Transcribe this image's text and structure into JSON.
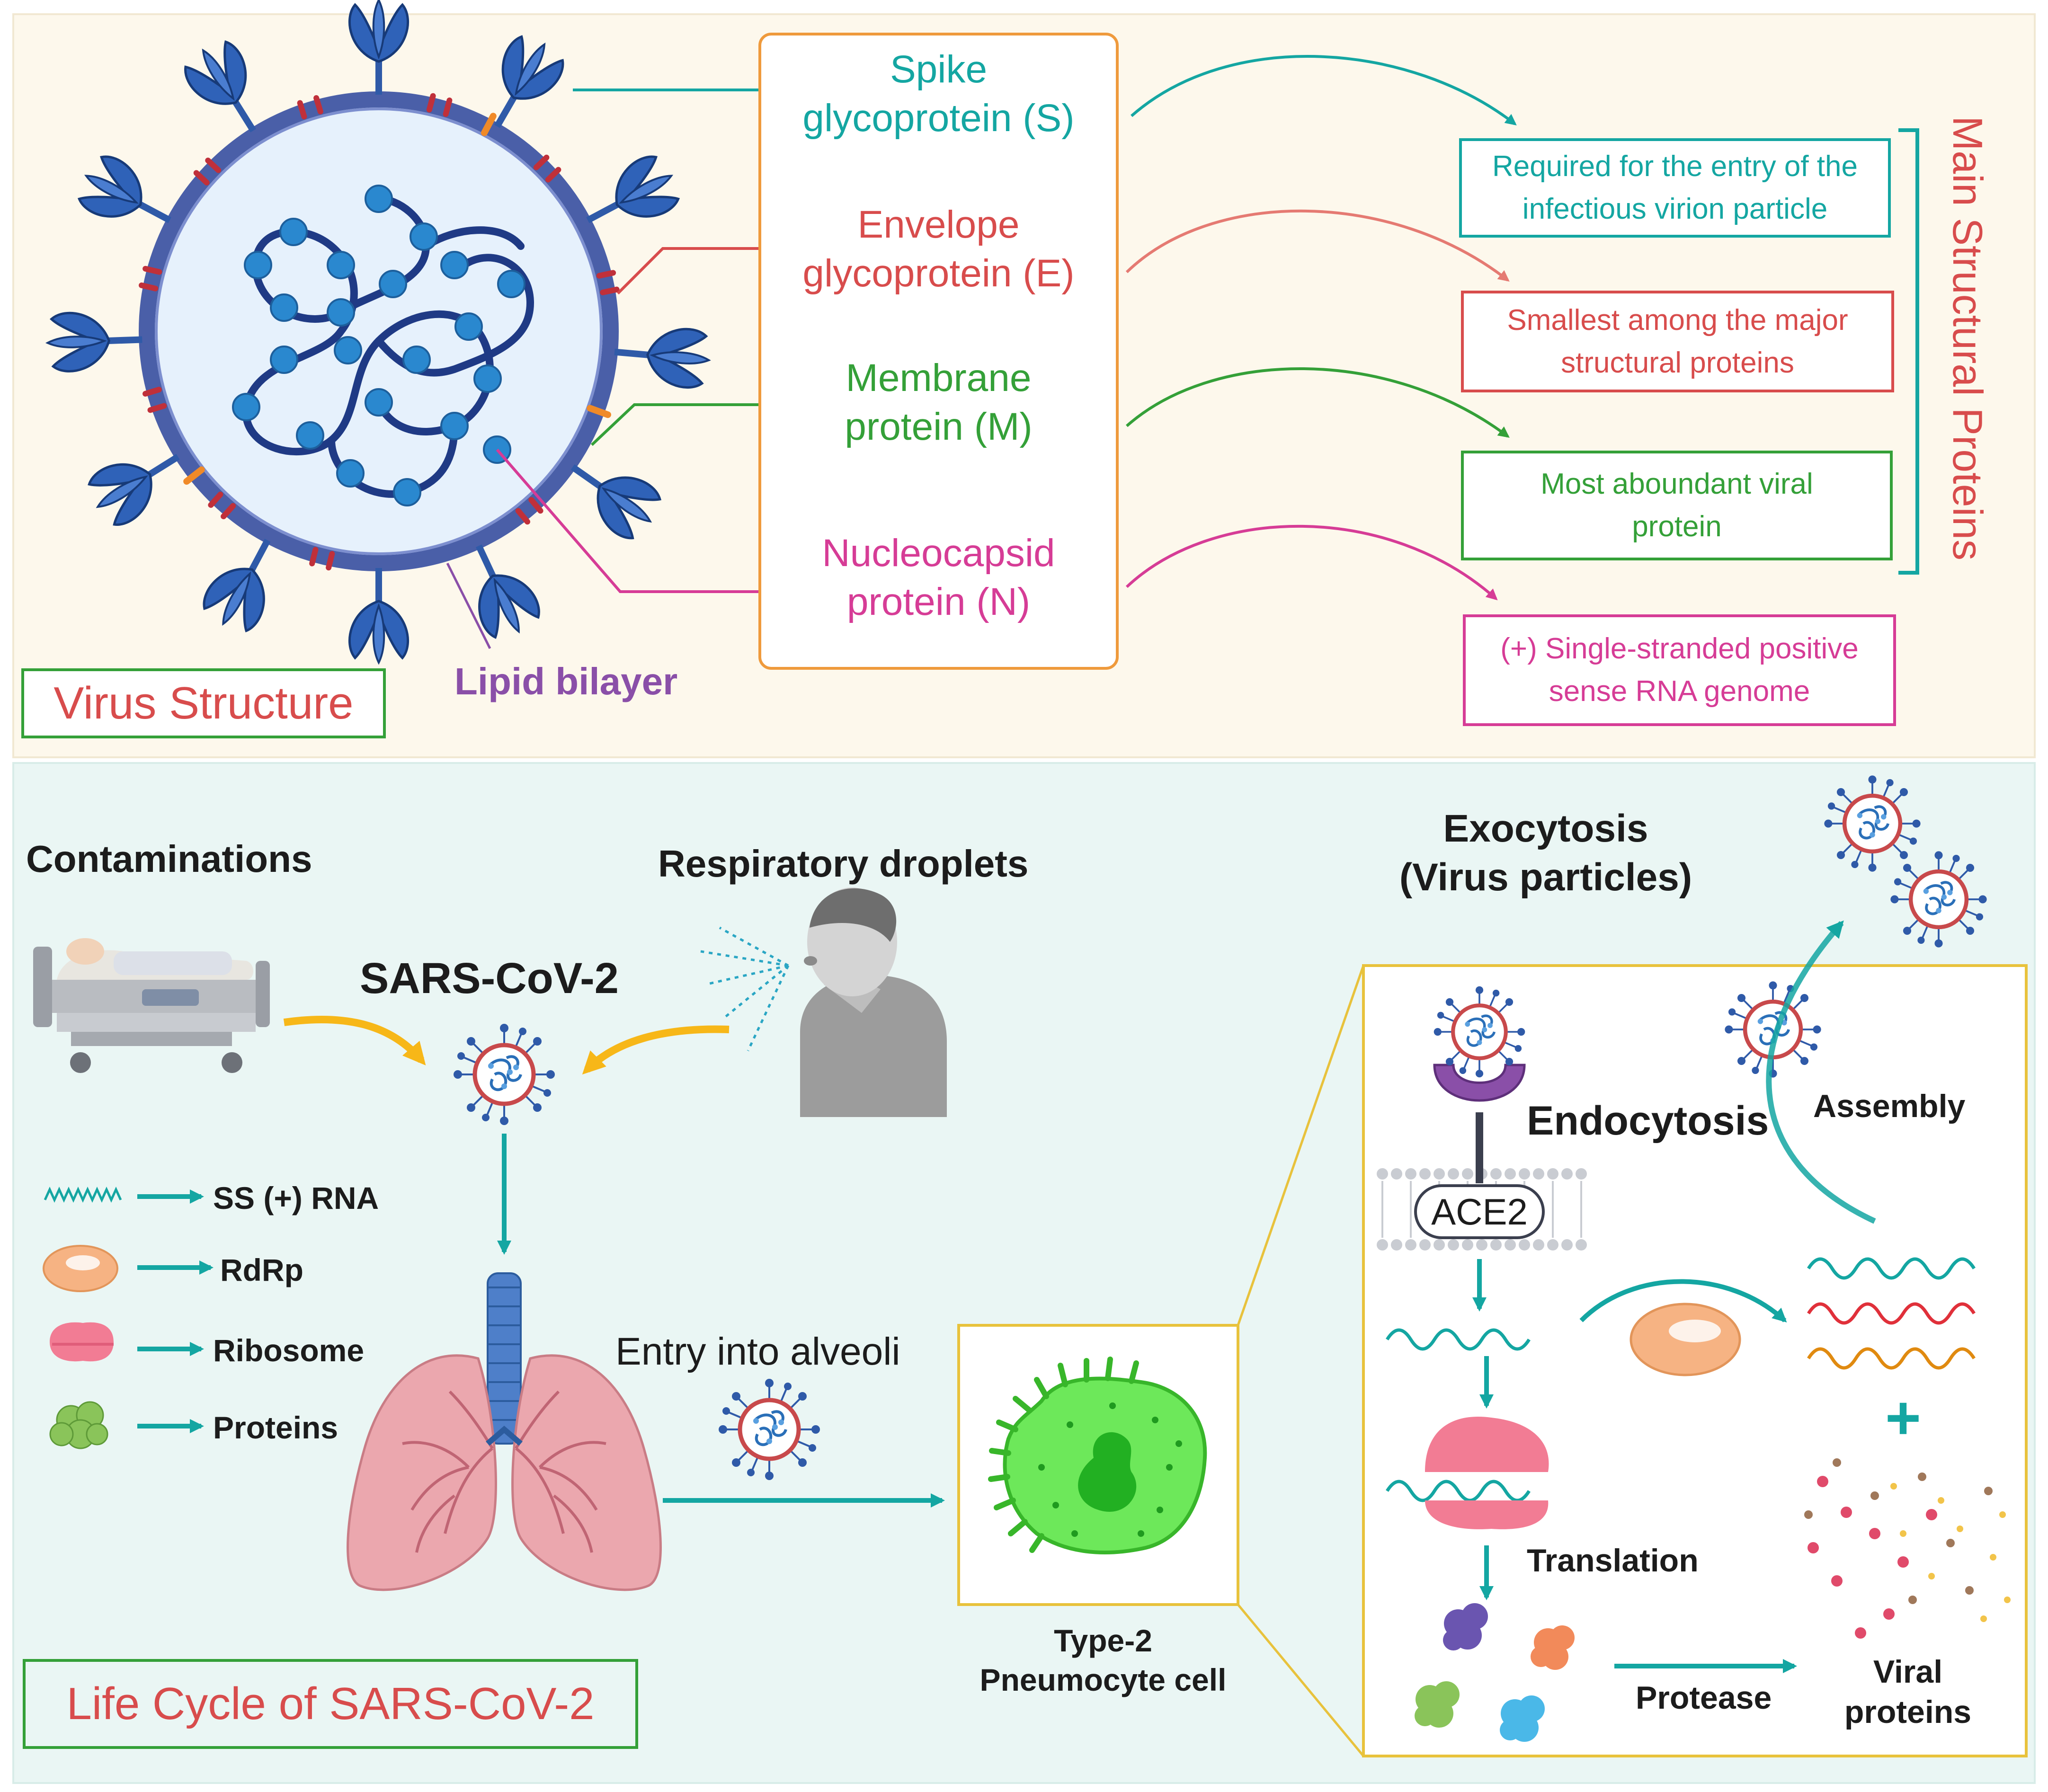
{
  "colors": {
    "top_panel_bg": "#fdf8ec",
    "bottom_panel_bg": "#eaf6f4",
    "teal": "#14a6a2",
    "red": "#d84c4c",
    "green": "#34a038",
    "magenta": "#d63c96",
    "orange": "#ef9a3c",
    "purple": "#8a4fa8",
    "yellow_arrow": "#f7b718",
    "virus_blue": "#2f5aa8",
    "lungs_pink": "#e8a0a8",
    "cell_green": "#6de85a"
  },
  "top": {
    "title": "Virus Structure",
    "lipid_label": "Lipid bilayer",
    "proteins": [
      {
        "line1": "Spike",
        "line2": "glycoprotein (S)",
        "desc": "Required for the entry of the infectious virion particle"
      },
      {
        "line1": "Envelope",
        "line2": "glycoprotein (E)",
        "desc": "Smallest among the major structural proteins"
      },
      {
        "line1": "Membrane",
        "line2": "protein (M)",
        "desc": "Most aboundant viral protein"
      },
      {
        "line1": "Nucleocapsid",
        "line2": "protein (N)",
        "desc": "(+) Single-stranded positive sense RNA genome"
      }
    ],
    "bracket_label": "Main Structural Proteins"
  },
  "bottom": {
    "title": "Life Cycle of SARS-CoV-2",
    "contaminations": "Contaminations",
    "droplets": "Respiratory droplets",
    "virus_name": "SARS-CoV-2",
    "legend": [
      "SS (+) RNA",
      "RdRp",
      "Ribosome",
      "Proteins"
    ],
    "entry": "Entry into alveoli",
    "cell_line1": "Type-2",
    "cell_line2": "Pneumocyte cell",
    "exo_line1": "Exocytosis",
    "exo_line2": "(Virus particles)",
    "endocytosis": "Endocytosis",
    "receptor": "ACE2",
    "assembly": "Assembly",
    "translation": "Translation",
    "protease": "Protease",
    "viral_line1": "Viral",
    "viral_line2": "proteins",
    "plus": "+"
  }
}
